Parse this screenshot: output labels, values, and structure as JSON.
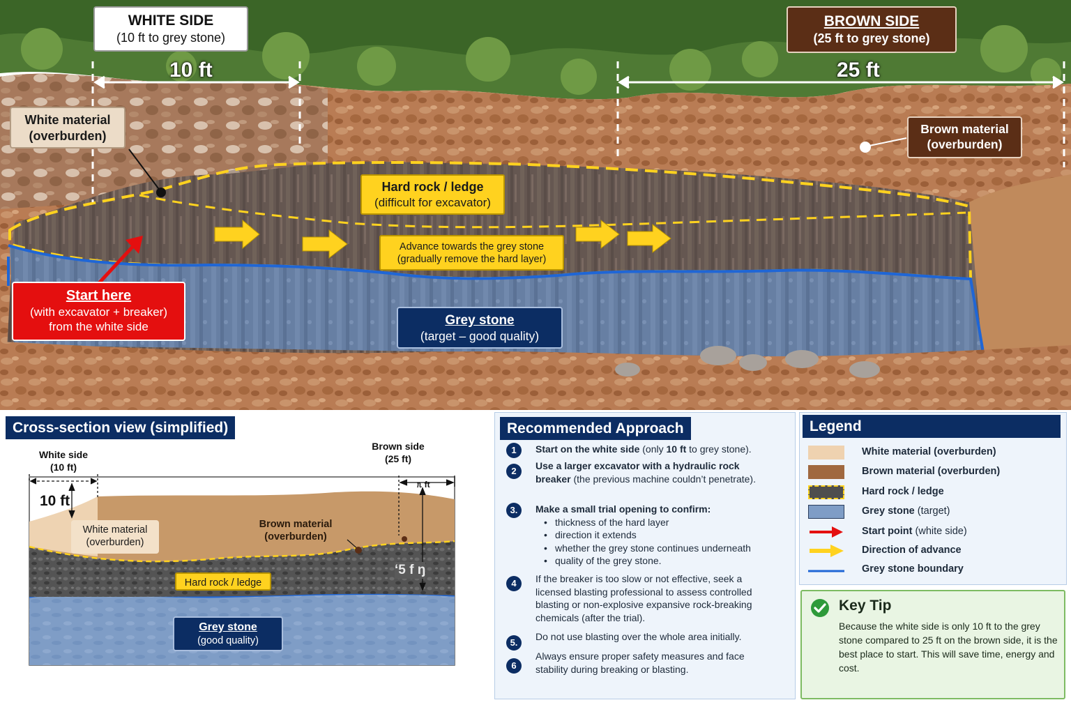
{
  "photo": {
    "white_side_title": "WHITE SIDE",
    "white_side_sub": "(10 ft to grey stone)",
    "brown_side_title": "BROWN SIDE",
    "brown_side_sub": "(25 ft to grey stone)",
    "white_dim": "10 ft",
    "brown_dim": "25 ft",
    "white_material_line1": "White material",
    "white_material_line2": "(overburden)",
    "brown_material_line1": "Brown material",
    "brown_material_line2": "(overburden)",
    "hard_rock_line1": "Hard rock / ledge",
    "hard_rock_line2": "(difficult for excavator)",
    "advance_line1": "Advance towards the grey stone",
    "advance_line2": "(gradually remove the hard layer)",
    "start_title": "Start here",
    "start_line1": "(with excavator + breaker)",
    "start_line2": "from the white side",
    "grey_title": "Grey stone",
    "grey_sub": "(target – good quality)"
  },
  "cross_section": {
    "title": "Cross-section view (simplified)",
    "white_side_line1": "White side",
    "white_side_line2": "(10 ft)",
    "brown_side_line1": "Brown side",
    "brown_side_line2": "(25 ft)",
    "dim_white": "10 ft",
    "dim_brown_top": "ᥰ ft",
    "dim_brown_mid": "ʻ5 f ŋ",
    "white_material_line1": "White material",
    "white_material_line2": "(overburden)",
    "brown_material_line1": "Brown material",
    "brown_material_line2": "(overburden)",
    "hard_rock": "Hard rock / ledge",
    "grey_title": "Grey stone",
    "grey_sub": "(good quality)"
  },
  "approach": {
    "title": "Recommended Approach",
    "steps": [
      {
        "num": "1",
        "bold": "Start on the white side",
        "rest": " (only ",
        "bold2": "10 ft",
        "rest2": " to grey stone)."
      },
      {
        "num": "2",
        "bold": "Use a larger excavator with a hydraulic rock breaker",
        "rest": " (the previous machine couldn’t penetrate)."
      },
      {
        "num": "3.",
        "bold": "Make a small trial opening to confirm:",
        "bullets": [
          "thickness of the hard layer",
          "direction it extends",
          "whether the grey stone continues underneath",
          "quality of the grey stone."
        ]
      },
      {
        "num": "4",
        "text": "If the breaker is too slow or not effective, seek a licensed blasting professional to assess controlled blasting or non-explosive expansive rock-breaking chemicals (after the trial)."
      },
      {
        "num": "5.",
        "text": "Do not use blasting over the whole area initially."
      },
      {
        "num": "6",
        "text": "Always ensure proper safety measures and face stability during breaking or blasting."
      }
    ]
  },
  "legend": {
    "title": "Legend",
    "items": [
      {
        "bold": "White material (overburden)",
        "rest": ""
      },
      {
        "bold": "Brown material (overburden)",
        "rest": ""
      },
      {
        "bold": "Hard rock / ledge",
        "rest": ""
      },
      {
        "bold": "Grey stone",
        "rest": " (target)"
      },
      {
        "bold": "Start point",
        "rest": " (white side)"
      },
      {
        "bold": "Direction of advance",
        "rest": ""
      },
      {
        "bold": "Grey stone boundary",
        "rest": ""
      }
    ]
  },
  "key_tip": {
    "title": "Key Tip",
    "text": "Because the white side is only 10 ft to the grey stone compared to 25 ft on the brown side, it is the best place to start. This will save time, energy and cost."
  },
  "colors": {
    "navy": "#0c2d63",
    "white_material": "#efd2b0",
    "brown_material": "#a0683f",
    "hard_rock": "#4e4e4e",
    "grey_stone": "#7f9dc6",
    "start_red": "#e40f0f",
    "advance_yellow": "#ffd21f",
    "boundary_blue": "#1f66d6",
    "tip_green": "#2e9a3a"
  },
  "icons": {
    "start": "red-arrow-icon",
    "advance": "yellow-arrow-icon",
    "tip": "check-circle-icon"
  }
}
